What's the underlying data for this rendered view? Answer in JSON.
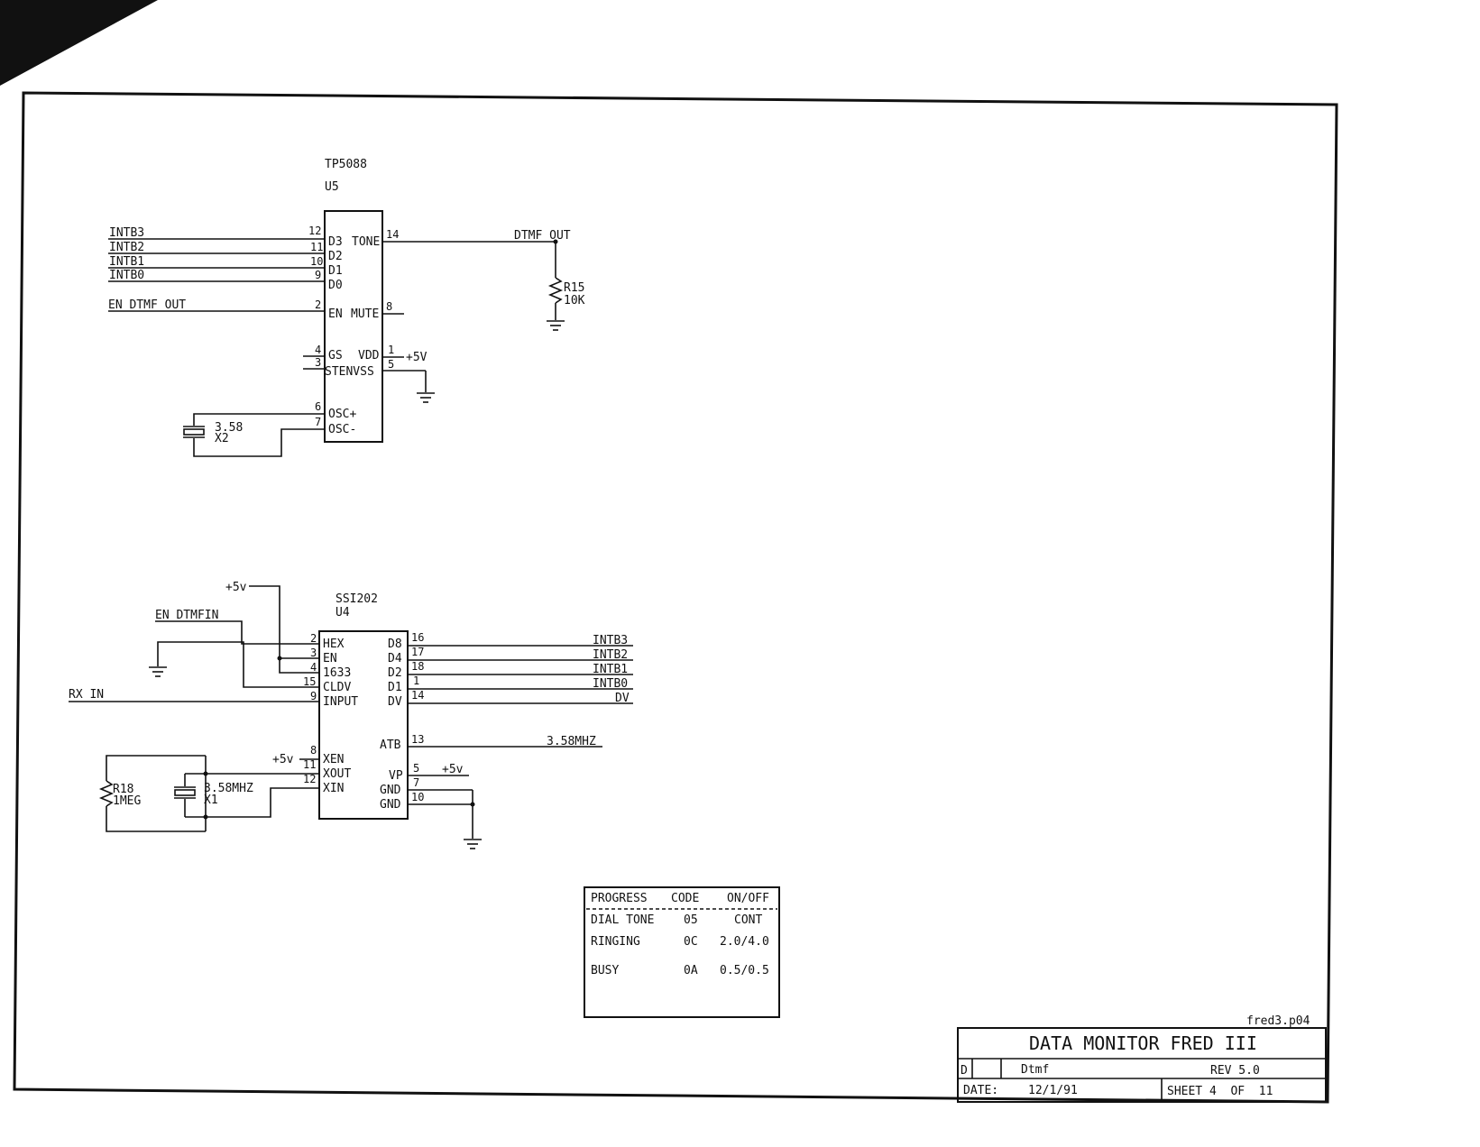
{
  "u5": {
    "part": "TP5088",
    "ref": "U5",
    "pins": {
      "p12": "12",
      "p11": "11",
      "p10": "10",
      "p9": "9",
      "p2": "2",
      "p4": "4",
      "p3": "3",
      "p6": "6",
      "p7": "7",
      "p14": "14",
      "p8": "8",
      "p1": "1",
      "p5": "5"
    },
    "labels": {
      "d3": "D3",
      "tone": "TONE",
      "d2": "D2",
      "d1": "D1",
      "d0": "D0",
      "en": "EN",
      "mute": "MUTE",
      "gs": "GS",
      "vdd": "VDD",
      "stenvss": "STENVSS",
      "oscp": "OSC+",
      "oscm": "OSC-"
    }
  },
  "u4": {
    "part": "SSI202",
    "ref": "U4",
    "pins": {
      "p2": "2",
      "p3": "3",
      "p4": "4",
      "p15": "15",
      "p9": "9",
      "p8": "8",
      "p11": "11",
      "p12": "12",
      "p16": "16",
      "p17": "17",
      "p18": "18",
      "p1": "1",
      "p14": "14",
      "p13": "13",
      "p5": "5",
      "p7": "7",
      "p10": "10"
    },
    "labels": {
      "hex": "HEX",
      "en": "EN",
      "l1633": "1633",
      "cldv": "CLDV",
      "input": "INPUT",
      "xen": "XEN",
      "xout": "XOUT",
      "xin": "XIN",
      "d8": "D8",
      "d4": "D4",
      "d2": "D2",
      "d1": "D1",
      "dv": "DV",
      "atb": "ATB",
      "vp": "VP",
      "gnd1": "GND",
      "gnd2": "GND"
    }
  },
  "nets": {
    "intb3_a": "INTB3",
    "intb2_a": "INTB2",
    "intb1_a": "INTB1",
    "intb0_a": "INTB0",
    "en_dtmf_out": "EN DTMF OUT",
    "dtmf_out": "DTMF OUT",
    "plus5v_a": "+5V",
    "plus5v_b": "+5v",
    "en_dtmfin": "EN DTMFIN",
    "rx_in": "RX IN",
    "intb3_b": "INTB3",
    "intb2_b": "INTB2",
    "intb1_b": "INTB1",
    "intb0_b": "INTB0",
    "dv": "DV",
    "clk": "3.58MHZ",
    "plus5v_c": "+5v",
    "plus5v_d": "+5v"
  },
  "components": {
    "r15_ref": "R15",
    "r15_val": "10K",
    "x2_val": "3.58",
    "x2_ref": "X2",
    "r18_ref": "R18",
    "r18_val": "1MEG",
    "x1_val": "3.58MHZ",
    "x1_ref": "X1"
  },
  "progress_table": {
    "headers": [
      "PROGRESS",
      "CODE",
      "ON/OFF"
    ],
    "rows": [
      [
        "DIAL TONE",
        "05",
        "CONT"
      ],
      [
        "RINGING",
        "0C",
        "2.0/4.0"
      ],
      [
        "BUSY",
        "0A",
        "0.5/0.5"
      ]
    ]
  },
  "title_block": {
    "filename": "fred3.p04",
    "title": "DATA MONITOR FRED III",
    "size": "D",
    "sheet_name": "Dtmf",
    "rev": "REV 5.0",
    "date_label": "DATE:",
    "date": "12/1/91",
    "sheet": "SHEET 4  OF  11"
  },
  "colors": {
    "ink": "#111111",
    "paper": "#ffffff",
    "corner": "#111111"
  }
}
